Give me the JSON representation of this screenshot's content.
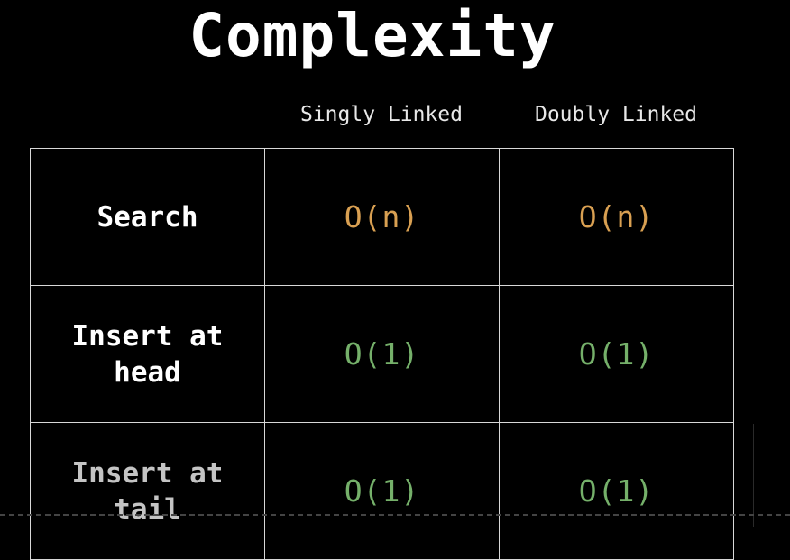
{
  "title": "Complexity",
  "columns": [
    "Singly Linked",
    "Doubly Linked"
  ],
  "rows": [
    {
      "label_lines": [
        "Search"
      ],
      "singly": "O(n)",
      "doubly": "O(n)",
      "color": "#d9a052"
    },
    {
      "label_lines": [
        "Insert at",
        "head"
      ],
      "singly": "O(1)",
      "doubly": "O(1)",
      "color": "#75b06a"
    },
    {
      "label_lines": [
        "Insert at",
        "tail"
      ],
      "singly": "O(1)",
      "doubly": "O(1)",
      "color": "#75b06a"
    }
  ],
  "colors": {
    "background": "#000000",
    "text": "#ffffff",
    "linear_complexity": "#d9a052",
    "constant_complexity": "#75b06a",
    "grid": "#d8d8d8"
  }
}
